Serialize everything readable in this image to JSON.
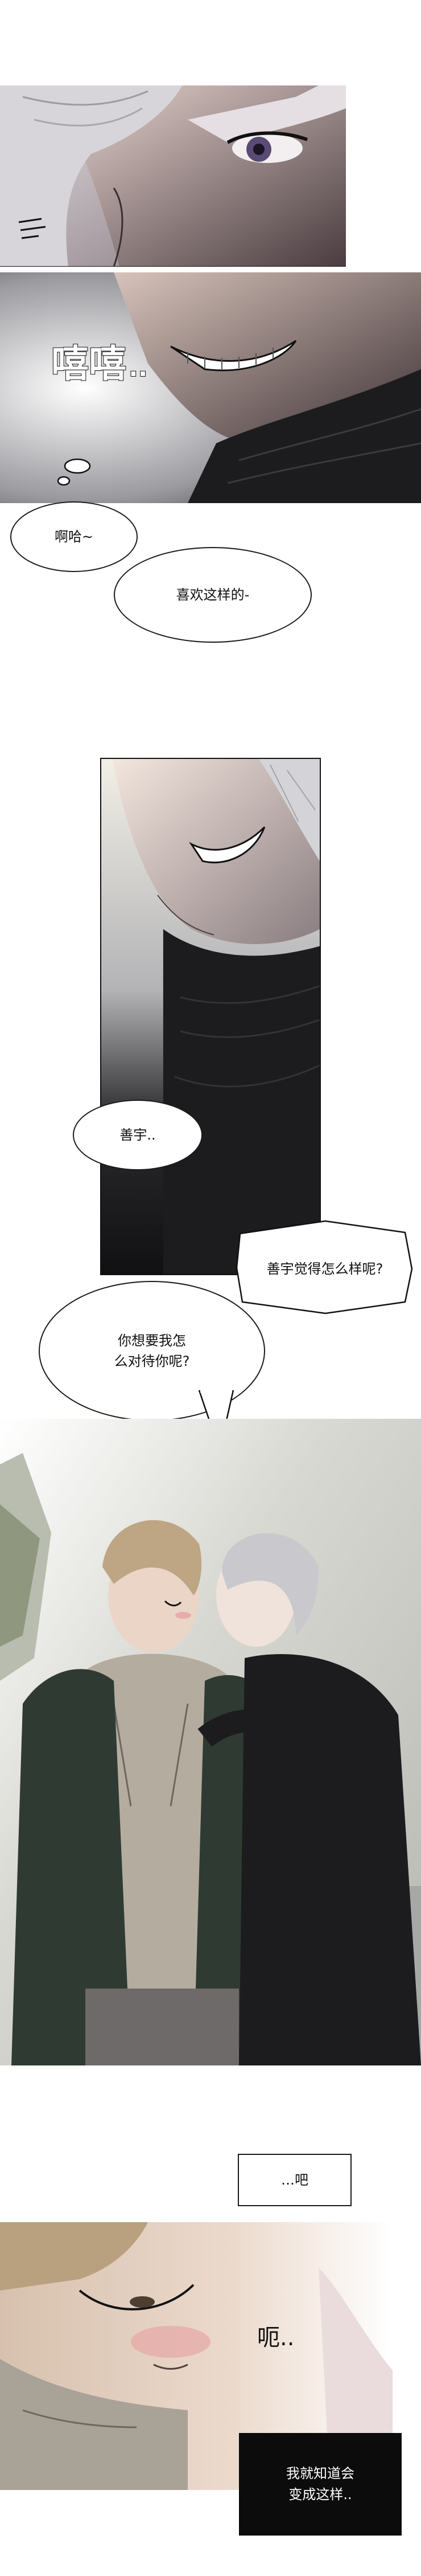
{
  "colors": {
    "ink": "#111111",
    "skin": "#e9d7c9",
    "hair_silver": "#c9c9cd",
    "hair_blond": "#b9a07e",
    "jacket_green": "#2f3b32",
    "hoodie_gray": "#b5aca0",
    "turtleneck": "#1c1c1e"
  },
  "panels": [
    {
      "name": "panel-1-close-up-eye",
      "icon": "silver-hair-man-eye"
    },
    {
      "name": "panel-2-grin",
      "icon": "grinning-mouth"
    },
    {
      "name": "panel-3-smile-tall",
      "icon": "smiling-face"
    },
    {
      "name": "panel-4-two-characters",
      "icon": "two-men-standing"
    },
    {
      "name": "panel-5-blush-close-up",
      "icon": "blushing-face"
    }
  ],
  "sfx": {
    "giggle": "嘻嘻",
    "dots": "..",
    "uh": "呃.."
  },
  "dialogue": {
    "aha": "啊哈~",
    "likes_this": "喜欢这样的-",
    "shanyu": "善宇..",
    "what_does_shanyu_think": "善宇觉得怎么样呢?",
    "how_treat_you": "你想要我怎\n么对待你呢?",
    "ba": "…吧",
    "knew_it": "我就知道会\n变成这样.."
  }
}
